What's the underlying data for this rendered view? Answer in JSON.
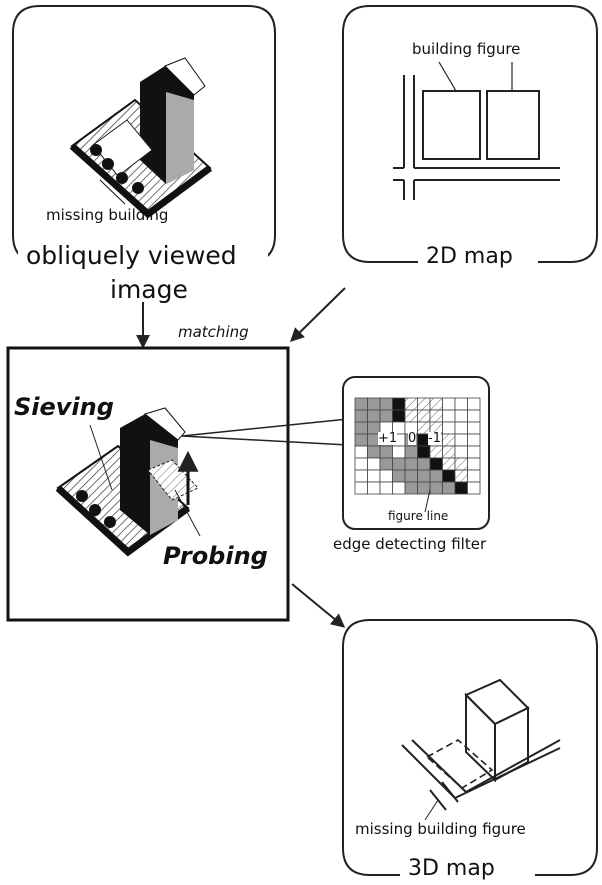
{
  "labels": {
    "building_figure": "building  figure",
    "missing_building": "missing  building",
    "obliquely_viewed": "obliquely  viewed",
    "image": "image",
    "map_2d": "2D map",
    "matching": "matching",
    "sieving": "Sieving",
    "probing": "Probing",
    "filter_plus": "+1",
    "filter_zero": "0",
    "filter_minus": "-1",
    "figure_line": "figure line",
    "edge_filter": "edge  detecting  filter",
    "missing_building_figure": "missing  building  figure",
    "map_3d": "3D map"
  }
}
